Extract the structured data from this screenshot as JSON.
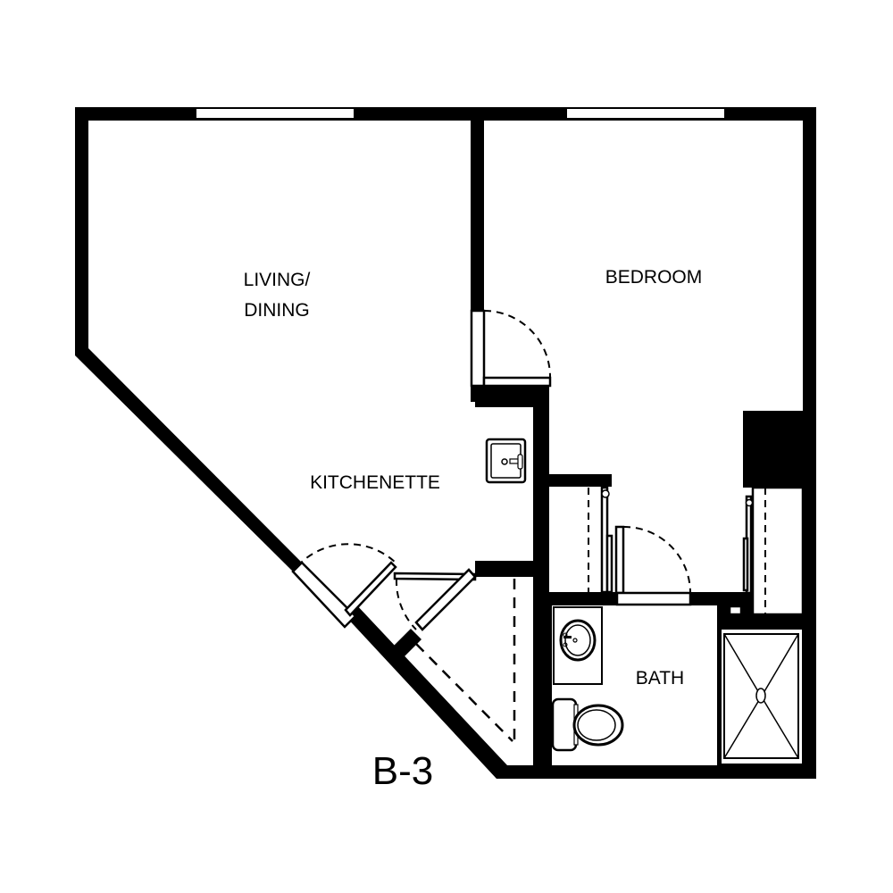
{
  "plan": {
    "unit_label": "B-3",
    "rooms": {
      "living": {
        "line1": "LIVING/",
        "line2": "DINING"
      },
      "bedroom": {
        "label": "BEDROOM"
      },
      "kitchenette": {
        "label": "KITCHENETTE"
      },
      "bath": {
        "label": "BATH"
      }
    },
    "fixtures": [
      "kitchen-sink",
      "bath-sink",
      "toilet",
      "shower",
      "closets",
      "entry-door",
      "bedroom-door",
      "bath-door",
      "closet-door"
    ],
    "colors": {
      "wall": "#000000",
      "background": "#ffffff"
    }
  }
}
